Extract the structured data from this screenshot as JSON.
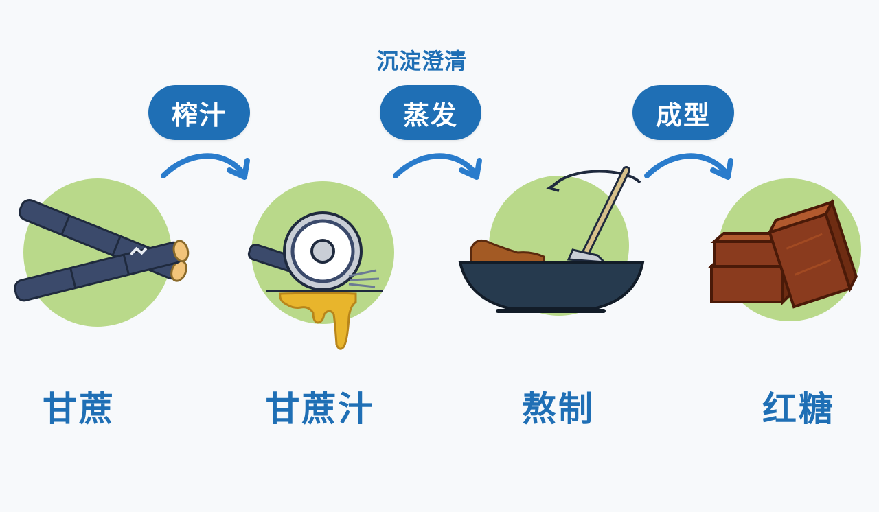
{
  "steps": [
    {
      "label": "甘蔗",
      "art": "sugarcane-icon"
    },
    {
      "label": "甘蔗汁",
      "art": "juice-press-icon"
    },
    {
      "label": "熬制",
      "art": "boiling-wok-icon"
    },
    {
      "label": "红糖",
      "art": "brown-sugar-blocks-icon"
    }
  ],
  "transitions": [
    {
      "label": "榨汁"
    },
    {
      "label": "蒸发",
      "note": "沉淀澄清"
    },
    {
      "label": "成型"
    }
  ],
  "colors": {
    "accent": "#1f6fb5",
    "circle": "#b9d98a",
    "cane": "#3b4a6b",
    "juice": "#e8b52c",
    "wok": "#263a4e",
    "sugar": "#8a3b1e"
  }
}
